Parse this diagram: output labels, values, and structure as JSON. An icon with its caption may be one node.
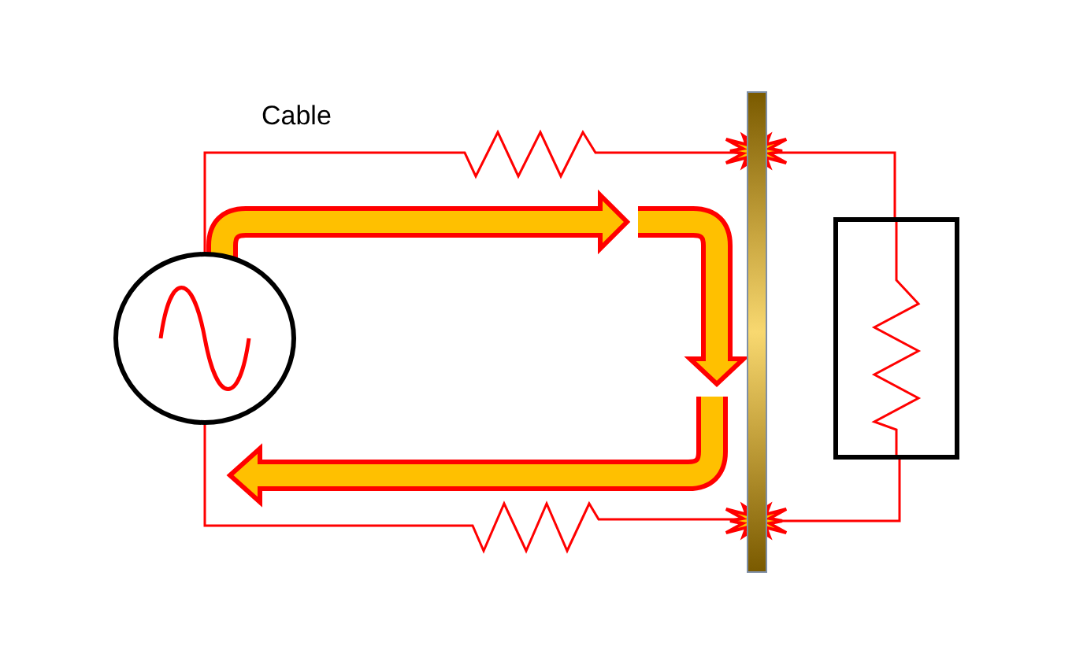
{
  "diagram": {
    "nodes": [
      {
        "text": [],
        "shape": "circle"
      },
      {
        "text": [],
        "shape": "bar"
      },
      {
        "text": [],
        "shape": "box"
      }
    ],
    "edges": [
      {
        "from": 0,
        "to": 1,
        "arrow": "none"
      },
      {
        "from": 0,
        "to": 1,
        "arrow": "none"
      },
      {
        "from": 1,
        "to": 2,
        "arrow": "none"
      },
      {
        "from": 1,
        "to": 2,
        "arrow": "none"
      }
    ],
    "labels": [
      "Cable"
    ]
  }
}
